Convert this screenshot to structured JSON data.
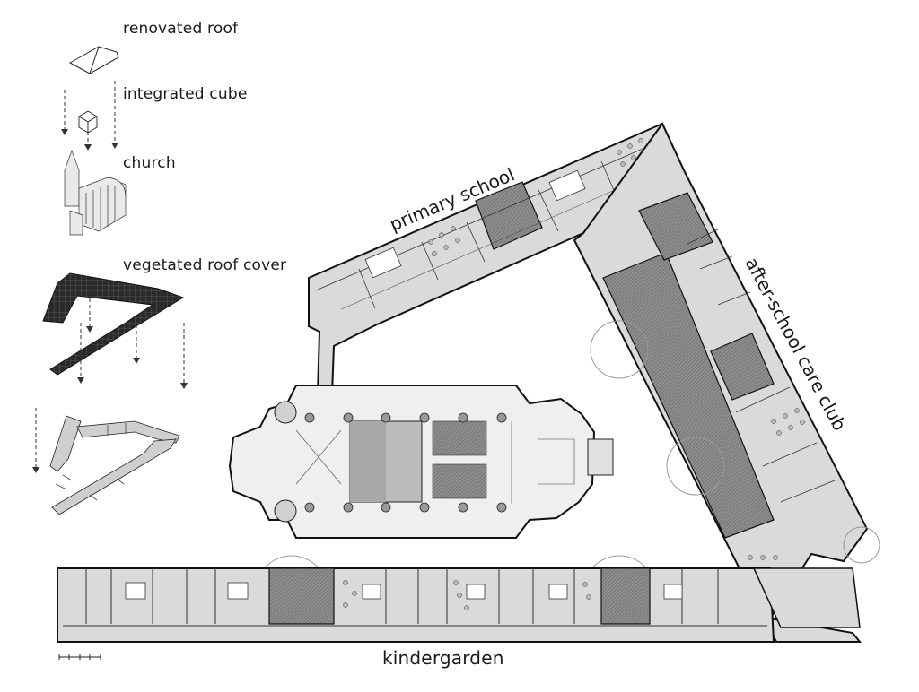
{
  "legend": {
    "renovated_roof": "renovated roof",
    "integrated_cube": "integrated cube",
    "church": "church",
    "vegetated_roof_cover": "vegetated roof cover"
  },
  "wings": {
    "primary_school": "primary school",
    "after_school": "after-school care club",
    "kindergarden": "kindergarden"
  },
  "colors": {
    "wing_fill": "#d9d9d9",
    "courtyard_fill": "#8f8f8f",
    "church_fill": "#ededed",
    "line": "#1e1e1e"
  }
}
